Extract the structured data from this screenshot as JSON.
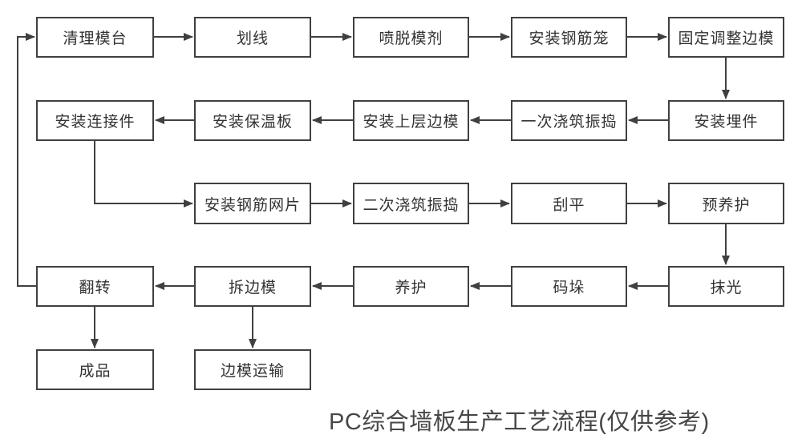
{
  "title": "PC综合墙板生产工艺流程(仅供参考)",
  "nodes": [
    {
      "id": "clean-mold-table",
      "label": "清理模台"
    },
    {
      "id": "marking",
      "label": "划线"
    },
    {
      "id": "spray-release-agent",
      "label": "喷脱模剂"
    },
    {
      "id": "install-rebar-cage",
      "label": "安装钢筋笼"
    },
    {
      "id": "fix-adjust-side-molds",
      "label": "固定调整边模"
    },
    {
      "id": "install-embedded-parts",
      "label": "安装埋件"
    },
    {
      "id": "first-pour-vibrate",
      "label": "一次浇筑振捣"
    },
    {
      "id": "install-upper-side-molds",
      "label": "安装上层边模"
    },
    {
      "id": "install-insulation-board",
      "label": "安装保温板"
    },
    {
      "id": "install-connectors",
      "label": "安装连接件"
    },
    {
      "id": "install-rebar-mesh",
      "label": "安装钢筋网片"
    },
    {
      "id": "second-pour-vibrate",
      "label": "二次浇筑振捣"
    },
    {
      "id": "leveling",
      "label": "刮平"
    },
    {
      "id": "pre-curing",
      "label": "预养护"
    },
    {
      "id": "troweling",
      "label": "抹光"
    },
    {
      "id": "stacking",
      "label": "码垛"
    },
    {
      "id": "curing",
      "label": "养护"
    },
    {
      "id": "remove-side-molds",
      "label": "拆边模"
    },
    {
      "id": "flipping",
      "label": "翻转"
    },
    {
      "id": "finished-product",
      "label": "成品"
    },
    {
      "id": "side-mold-transport",
      "label": "边模运输"
    }
  ],
  "edges": [
    [
      0,
      1
    ],
    [
      1,
      2
    ],
    [
      2,
      3
    ],
    [
      3,
      4
    ],
    [
      4,
      5
    ],
    [
      5,
      6
    ],
    [
      6,
      7
    ],
    [
      7,
      8
    ],
    [
      8,
      9
    ],
    [
      9,
      10
    ],
    [
      10,
      11
    ],
    [
      11,
      12
    ],
    [
      12,
      13
    ],
    [
      13,
      14
    ],
    [
      14,
      15
    ],
    [
      15,
      16
    ],
    [
      16,
      17
    ],
    [
      17,
      18
    ],
    [
      18,
      19
    ],
    [
      17,
      20
    ],
    [
      18,
      0
    ]
  ],
  "colors": {
    "line": "#404040",
    "border": "#404040",
    "node_text": "#333333",
    "title_text": "#464646",
    "background": "#ffffff"
  }
}
